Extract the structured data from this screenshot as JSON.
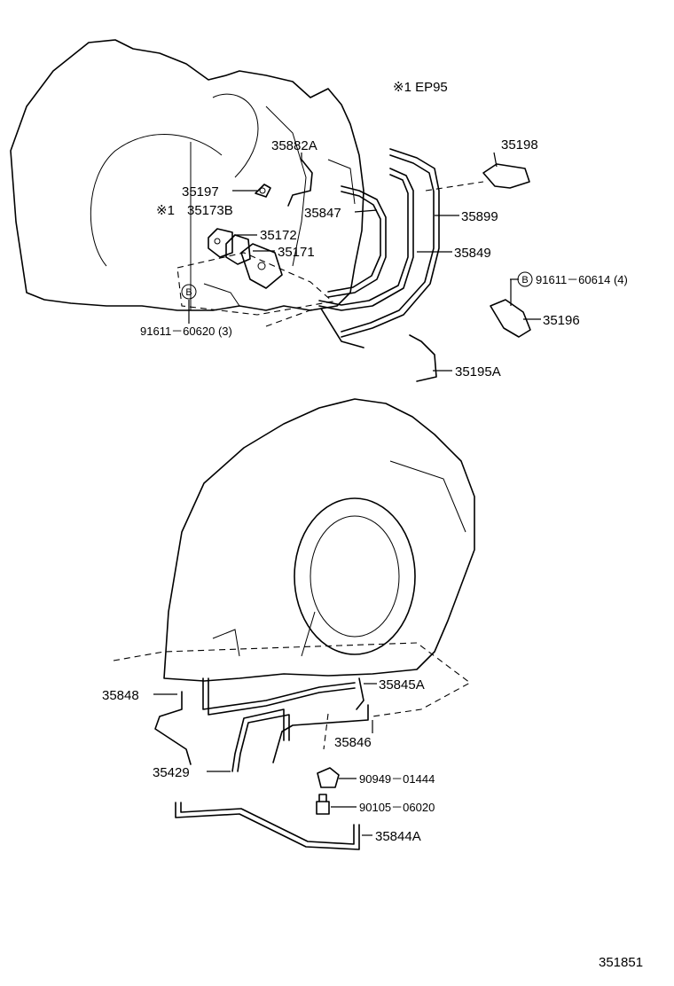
{
  "note": "※1  EP95",
  "callouts": [
    {
      "id": "35882A",
      "text": "35882A"
    },
    {
      "id": "35198",
      "text": "35198"
    },
    {
      "id": "35197",
      "text": "35197"
    },
    {
      "id": "35173B",
      "text": "35173B",
      "prefix": "※1"
    },
    {
      "id": "35847",
      "text": "35847"
    },
    {
      "id": "35899",
      "text": "35899"
    },
    {
      "id": "35172",
      "text": "35172"
    },
    {
      "id": "35171",
      "text": "35171"
    },
    {
      "id": "35849",
      "text": "35849"
    },
    {
      "id": "91611-60614",
      "text": "91611－60614 (4)"
    },
    {
      "id": "91611-60620",
      "text": "91611－60620 (3)"
    },
    {
      "id": "35196",
      "text": "35196"
    },
    {
      "id": "35195A",
      "text": "35195A"
    },
    {
      "id": "35848",
      "text": "35848"
    },
    {
      "id": "35845A",
      "text": "35845A"
    },
    {
      "id": "35846",
      "text": "35846"
    },
    {
      "id": "35429",
      "text": "35429"
    },
    {
      "id": "90949-01444",
      "text": "90949－01444"
    },
    {
      "id": "90105-06020",
      "text": "90105－06020"
    },
    {
      "id": "35844A",
      "text": "35844A"
    }
  ],
  "bolt_marker": "B",
  "figure_number": "351851"
}
